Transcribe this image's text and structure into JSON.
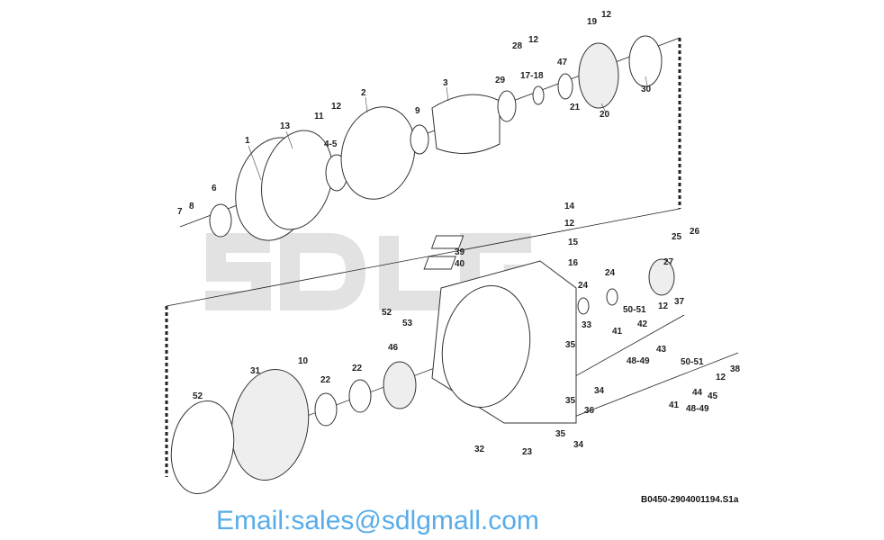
{
  "diagram": {
    "caption": "B0450-2904001194.S1a",
    "watermark_logo": "SDLG",
    "watermark_email": "Email:sales@sdlgmall.com",
    "labels": [
      "19",
      "12",
      "28",
      "12",
      "47",
      "17-18",
      "29",
      "3",
      "21",
      "20",
      "30",
      "2",
      "11",
      "12",
      "9",
      "13",
      "4-5",
      "1",
      "6",
      "7",
      "8",
      "14",
      "12",
      "15",
      "39",
      "40",
      "16",
      "25",
      "26",
      "27",
      "24",
      "24",
      "37",
      "12",
      "52",
      "53",
      "33",
      "50-51",
      "42",
      "46",
      "41",
      "43",
      "35",
      "48-49",
      "10",
      "31",
      "22",
      "22",
      "50-51",
      "12",
      "38",
      "44",
      "45",
      "41",
      "48-49",
      "35",
      "34",
      "36",
      "52",
      "35",
      "34",
      "32",
      "23"
    ]
  }
}
